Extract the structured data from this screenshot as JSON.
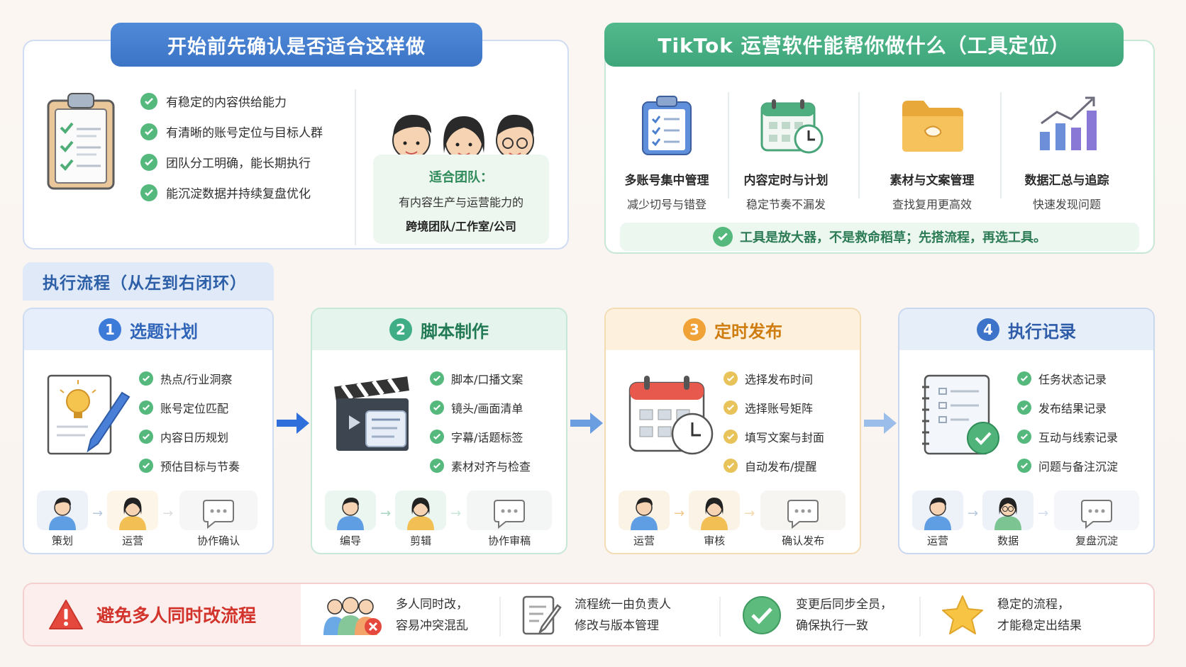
{
  "top_left": {
    "banner": "开始前先确认是否适合这样做",
    "checks": [
      "有稳定的内容供给能力",
      "有清晰的账号定位与目标人群",
      "团队分工明确，能长期执行",
      "能沉淀数据并持续复盘优化"
    ],
    "team_title": "适合团队：",
    "team_line1": "有内容生产与运营能力的",
    "team_line2": "跨境团队/工作室/公司"
  },
  "top_right": {
    "banner": "TikTok 运营软件能帮你做什么（工具定位）",
    "tools": [
      {
        "title": "多账号集中管理",
        "sub": "减少切号与错登",
        "icon": "clipboard-icon"
      },
      {
        "title": "内容定时与计划",
        "sub": "稳定节奏不漏发",
        "icon": "calendar-clock-icon"
      },
      {
        "title": "素材与文案管理",
        "sub": "查找复用更高效",
        "icon": "folder-icon"
      },
      {
        "title": "数据汇总与追踪",
        "sub": "快速发现问题",
        "icon": "chart-icon"
      }
    ],
    "note": "工具是放大器，不是救命稻草；先搭流程，再选工具。"
  },
  "flow": {
    "label": "执行流程（从左到右闭环）",
    "steps": [
      {
        "num": "1",
        "title": "选题计划",
        "color": "#3d7bd9",
        "items": [
          "热点/行业洞察",
          "账号定位匹配",
          "内容日历规划",
          "预估目标与节奏"
        ],
        "roles": [
          "策划",
          "运营",
          "协作确认"
        ]
      },
      {
        "num": "2",
        "title": "脚本制作",
        "color": "#3fae86",
        "items": [
          "脚本/口播文案",
          "镜头/画面清单",
          "字幕/话题标签",
          "素材对齐与检查"
        ],
        "roles": [
          "编导",
          "剪辑",
          "协作审稿"
        ]
      },
      {
        "num": "3",
        "title": "定时发布",
        "color": "#f0a236",
        "items": [
          "选择发布时间",
          "选择账号矩阵",
          "填写文案与封面",
          "自动发布/提醒"
        ],
        "roles": [
          "运营",
          "审核",
          "确认发布"
        ]
      },
      {
        "num": "4",
        "title": "执行记录",
        "color": "#3d74c9",
        "items": [
          "任务状态记录",
          "发布结果记录",
          "互动与线索记录",
          "问题与备注沉淀"
        ],
        "roles": [
          "运营",
          "数据",
          "复盘沉淀"
        ]
      }
    ]
  },
  "bottom": {
    "title": "避免多人同时改流程",
    "items": [
      {
        "l1": "多人同时改，",
        "l2": "容易冲突混乱"
      },
      {
        "l1": "流程统一由负责人",
        "l2": "修改与版本管理"
      },
      {
        "l1": "变更后同步全员，",
        "l2": "确保执行一致"
      },
      {
        "l1": "稳定的流程，",
        "l2": "才能稳定出结果"
      }
    ]
  }
}
